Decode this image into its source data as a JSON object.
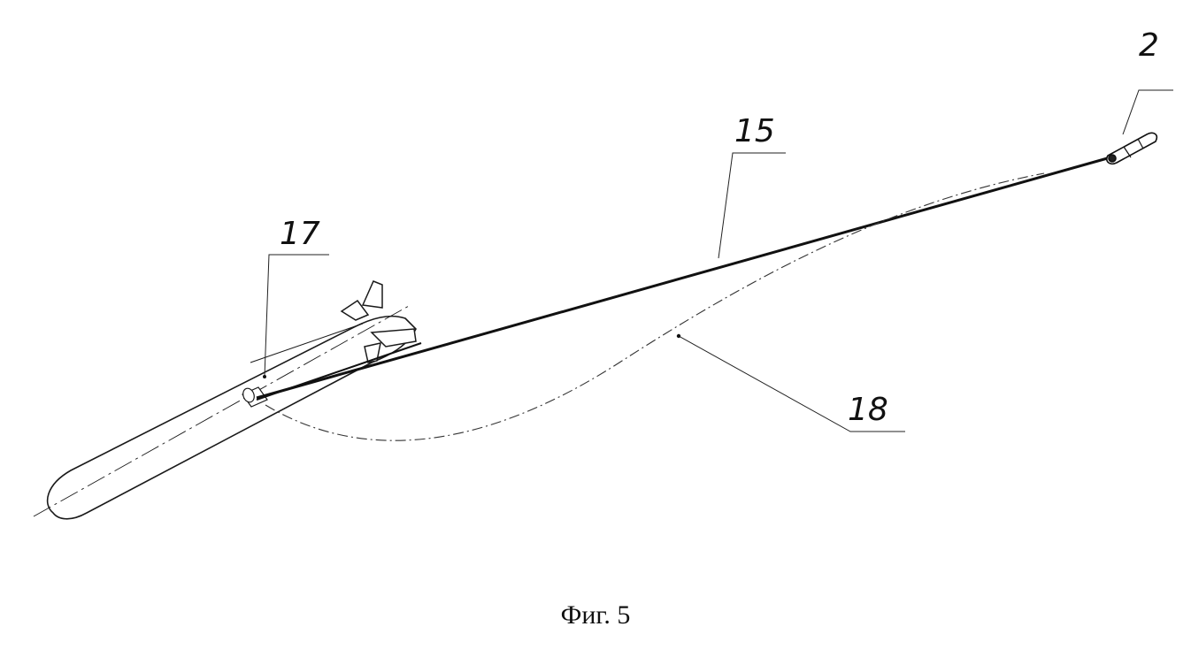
{
  "callouts": {
    "device": "2",
    "cable": "15",
    "vehicle": "17",
    "trajectory": "18"
  },
  "caption": "Фиг. 5"
}
